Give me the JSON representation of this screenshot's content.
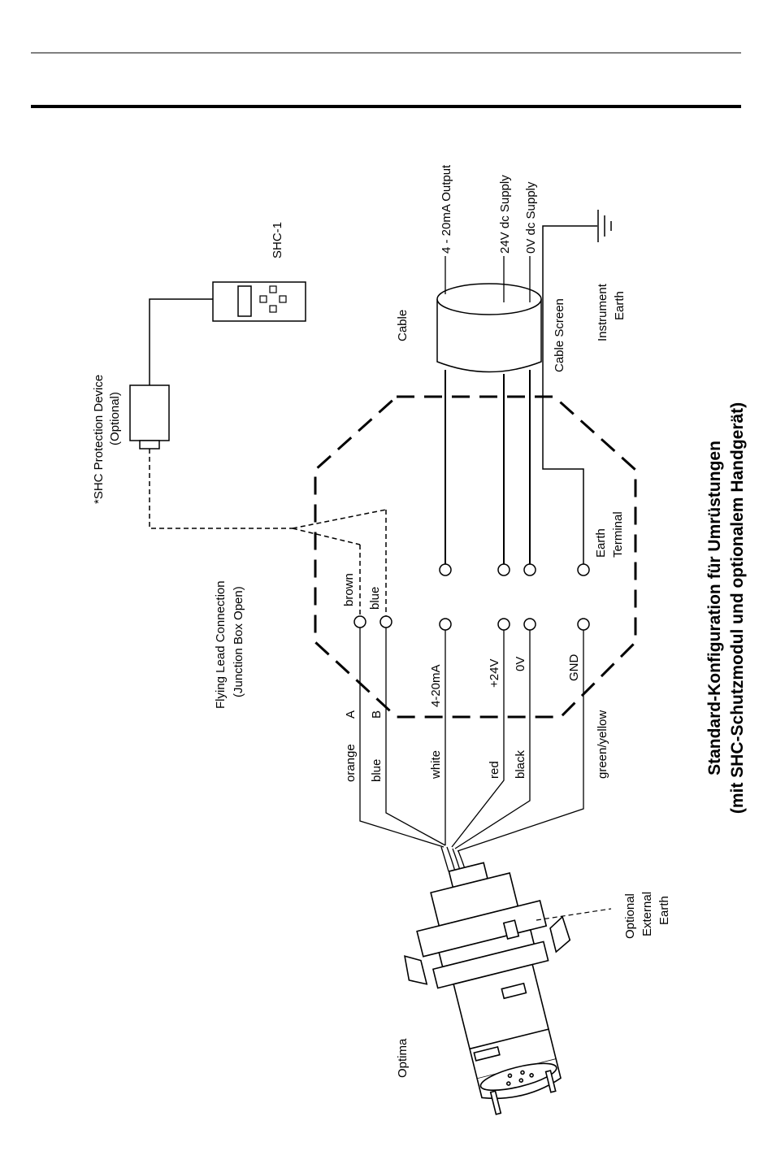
{
  "title": {
    "line1": "Standard-Konfiguration für Umrüstungen",
    "line2": "(mit SHC-Schutzmodul und optionalem Handgerät)"
  },
  "devices": {
    "shc1": "SHC-1",
    "protection": "*SHC Protection Device",
    "protection_optional": "(Optional)",
    "flying_lead": "Flying Lead Connection",
    "flying_lead_sub": "(Junction Box Open)",
    "cable": "Cable",
    "cable_screen": "Cable Screen",
    "instrument_earth_1": "Instrument",
    "instrument_earth_2": "Earth",
    "earth_terminal_1": "Earth",
    "earth_terminal_2": "Terminal",
    "optima": "Optima",
    "ext_earth_1": "Optional",
    "ext_earth_2": "External",
    "ext_earth_3": "Earth"
  },
  "outputs": {
    "out_4_20": "4 - 20mA Output",
    "supply_24": "24V dc Supply",
    "supply_0": "0V dc Supply"
  },
  "terminals": {
    "a": "A",
    "b": "B",
    "t_4_20": "4-20mA",
    "t_24": "+24V",
    "t_0": "0V",
    "t_gnd": "GND",
    "brown": "brown",
    "blue": "blue"
  },
  "wires": {
    "orange": "orange",
    "blue": "blue",
    "white": "white",
    "red": "red",
    "black": "black",
    "green_yellow": "green/yellow"
  }
}
